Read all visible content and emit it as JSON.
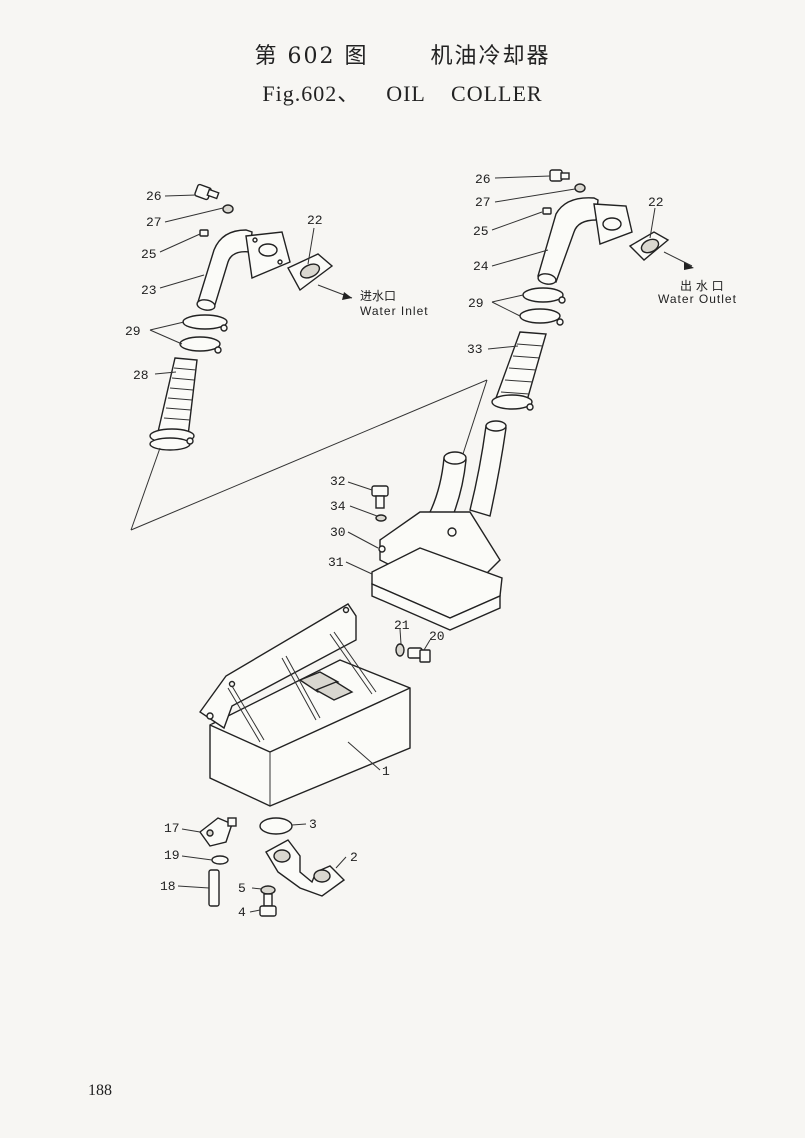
{
  "title": {
    "cn_fig": "第 602 图",
    "cn_name": "机油冷却器",
    "en": "Fig.602、    OIL    COLLER"
  },
  "page_number": "188",
  "water_inlet": {
    "cn": "进水口",
    "en": "Water Inlet"
  },
  "water_outlet": {
    "cn": "出 水 口",
    "en": "Water Outlet"
  },
  "callouts": {
    "c26a": "26",
    "c27a": "27",
    "c25a": "25",
    "c23": "23",
    "c22a": "22",
    "c29a": "29",
    "c28": "28",
    "c26b": "26",
    "c27b": "27",
    "c25b": "25",
    "c24": "24",
    "c22b": "22",
    "c29b": "29",
    "c33": "33",
    "c32": "32",
    "c34": "34",
    "c30": "30",
    "c31": "31",
    "c21": "21",
    "c20": "20",
    "c1": "1",
    "c17": "17",
    "c19": "19",
    "c18": "18",
    "c5": "5",
    "c4": "4",
    "c3": "3",
    "c2": "2"
  }
}
